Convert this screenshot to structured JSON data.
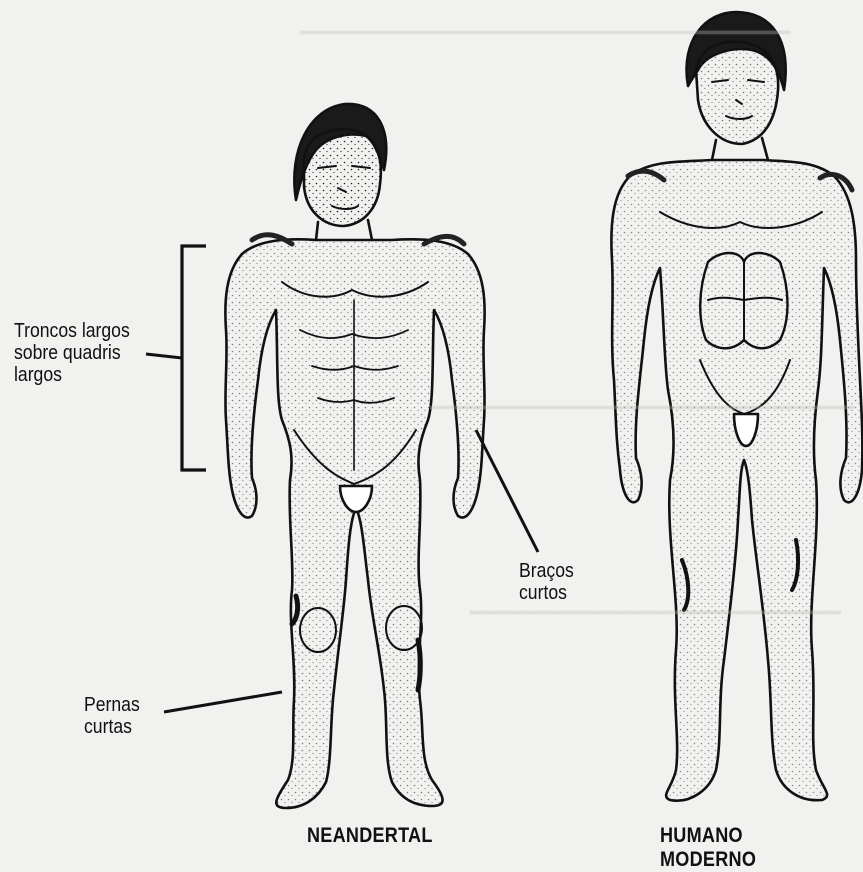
{
  "figure": {
    "labels": {
      "trunk": [
        "Troncos largos",
        "sobre quadris",
        "largos"
      ],
      "arms": [
        "Braços",
        "curtos"
      ],
      "legs": [
        "Pernas",
        "curtas"
      ]
    },
    "captions": {
      "neanderthal": "NEANDERTAL",
      "modern": "HUMANO MODERNO"
    }
  },
  "colors": {
    "background": "#f1f1ef",
    "ink": "#111111",
    "bleed_through": "#bdbdb9"
  }
}
